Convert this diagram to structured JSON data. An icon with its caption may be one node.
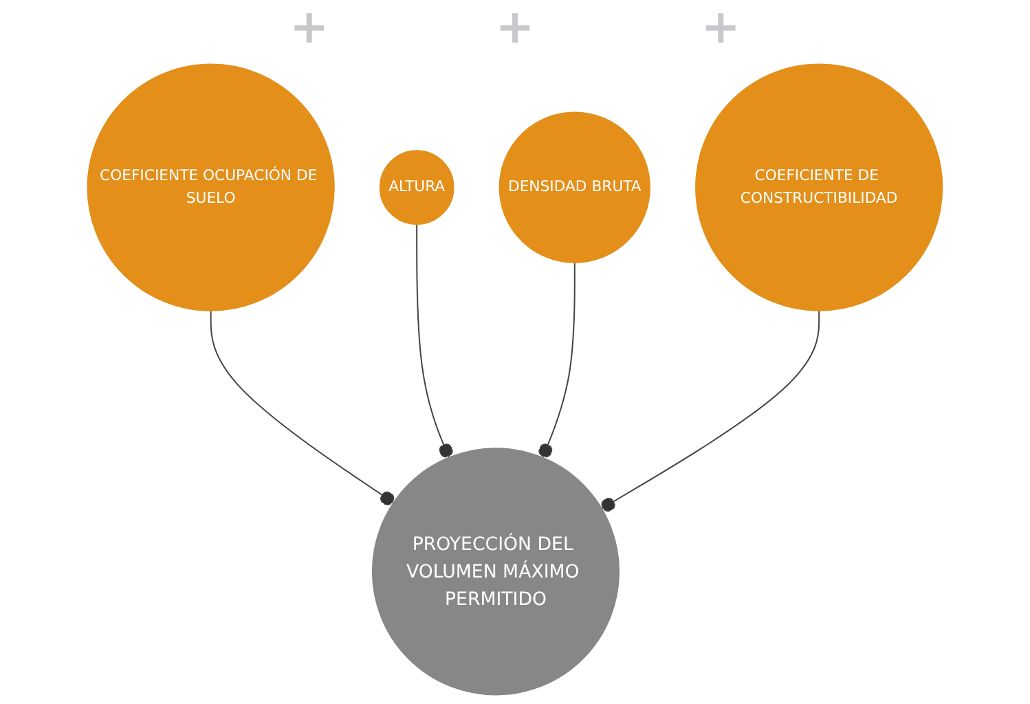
{
  "diagram": {
    "nodes": [
      {
        "text": [
          "COEFICIENTE OCUPACIÓN DE SUELO"
        ]
      },
      {
        "text": [
          "ALTURA"
        ]
      },
      {
        "text": [
          "DENSIDAD BRUTA"
        ]
      },
      {
        "text": [
          "COEFICIENTE DE CONSTRUCTIBILIDAD"
        ]
      },
      {
        "text": [
          "PROYECCIÓN DEL VOLUMEN MÁXIMO PERMITIDO"
        ]
      }
    ],
    "edges": [
      {
        "from": 0,
        "to": 4,
        "arrow": "other"
      },
      {
        "from": 1,
        "to": 4,
        "arrow": "other"
      },
      {
        "from": 2,
        "to": 4,
        "arrow": "other"
      },
      {
        "from": 3,
        "to": 4,
        "arrow": "other"
      }
    ],
    "labels": [
      "+",
      "+",
      "+"
    ]
  }
}
